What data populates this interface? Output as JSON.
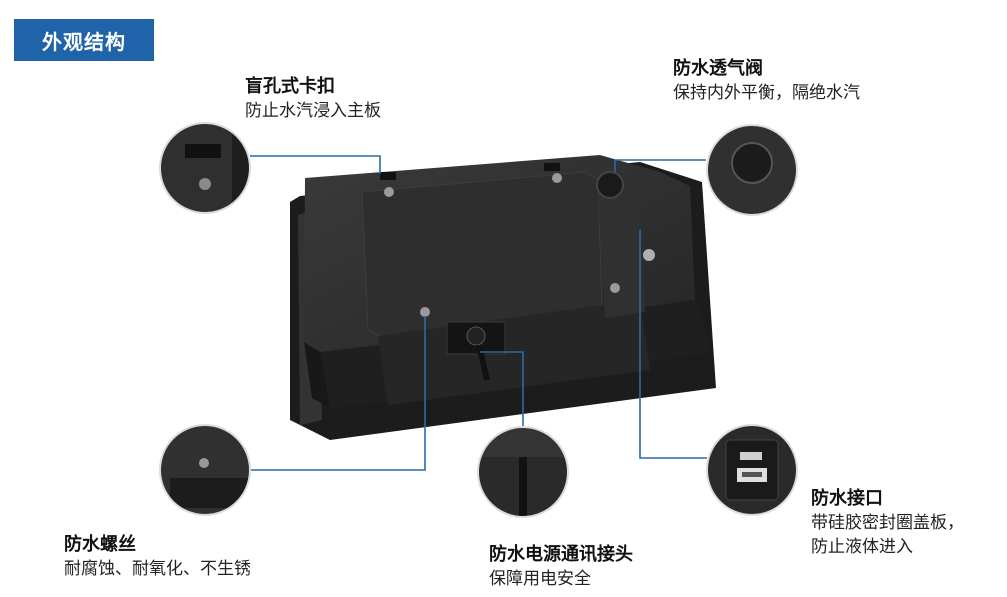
{
  "section_title": "外观结构",
  "callouts": {
    "blind_clip": {
      "heading": "盲孔式卡扣",
      "desc": "防止水汽浸入主板"
    },
    "vent_valve": {
      "heading": "防水透气阀",
      "desc": "保持内外平衡，隔绝水汽"
    },
    "screw": {
      "heading": "防水螺丝",
      "desc": "耐腐蚀、耐氧化、不生锈"
    },
    "power_conn": {
      "heading": "防水电源通讯接头",
      "desc": "保障用电安全"
    },
    "port": {
      "heading": "防水接口",
      "desc_line1": "带硅胶密封圈盖板，",
      "desc_line2": "防止液体进入"
    }
  },
  "colors": {
    "accent": "#1f63a8",
    "leader": "#2b6aa6",
    "device": "#2a2a2a"
  }
}
